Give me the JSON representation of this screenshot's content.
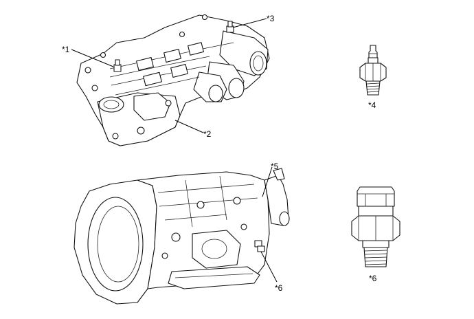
{
  "callouts": {
    "c1": "*1",
    "c2": "*2",
    "c3": "*3",
    "c4": "*4",
    "c5": "*5",
    "c6a": "*6",
    "c6b": "*6"
  },
  "colors": {
    "line": "#000000",
    "background": "#ffffff"
  }
}
